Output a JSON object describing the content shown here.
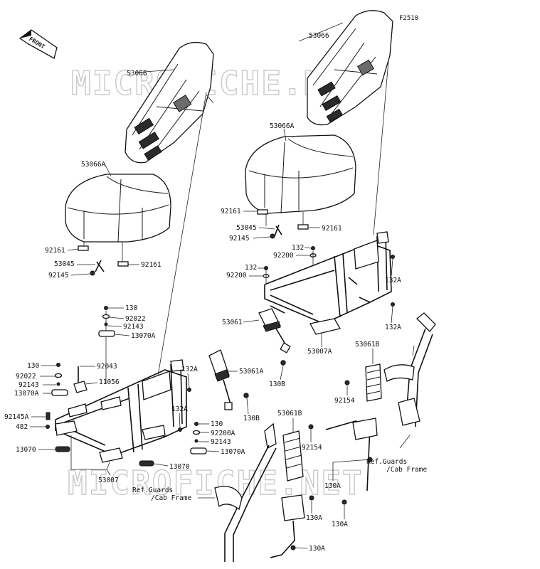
{
  "figure_id": "F2510",
  "front_label": "FRONT",
  "watermark": "MICROFICHE.NET",
  "callouts": {
    "c53066_r": "53066",
    "c53066_l": "53066",
    "c53066A_r": "53066A",
    "c53066A_l": "53066A",
    "c92161_r1": "92161",
    "c92161_r2": "92161",
    "c53045_r": "53045",
    "c92145_r": "92145",
    "c92161_l1": "92161",
    "c53045_l": "53045",
    "c92161_l2": "92161",
    "c92145_l": "92145",
    "c132_a": "132",
    "c92200_a": "92200",
    "c132_b": "132",
    "c92200_b": "92200",
    "c132A_1": "132A",
    "c132A_2": "132A",
    "c53061": "53061",
    "c53007A": "53007A",
    "c130B_1": "130B",
    "c130_1": "130",
    "c92022_1": "92022",
    "c92143_1": "92143",
    "c13070A_1": "13070A",
    "c130_2": "130",
    "c92022_2": "92022",
    "c92143_2": "92143",
    "c13070A_2": "13070A",
    "c92043": "92043",
    "c11056": "11056",
    "c92145A": "92145A",
    "c482": "482",
    "c13070_1": "13070",
    "c53007": "53007",
    "c13070_2": "13070",
    "c132A_3": "132A",
    "c132A_4": "132A",
    "c53061A": "53061A",
    "c130B_2": "130B",
    "c130_3": "130",
    "c92200A": "92200A",
    "c92143_3": "92143",
    "c13070A_3": "13070A",
    "c53061B_r": "53061B",
    "c92154_r": "92154",
    "c53061B_l": "53061B",
    "c92154_l": "92154",
    "c130A_1": "130A",
    "c130A_2": "130A",
    "c130A_3": "130A",
    "c130A_4": "130A"
  },
  "ref_right": {
    "line1": "Ref.Guards",
    "line2": "/Cab Frame"
  },
  "ref_left": {
    "line1": "Ref.Guards",
    "line2": "/Cab Frame"
  }
}
